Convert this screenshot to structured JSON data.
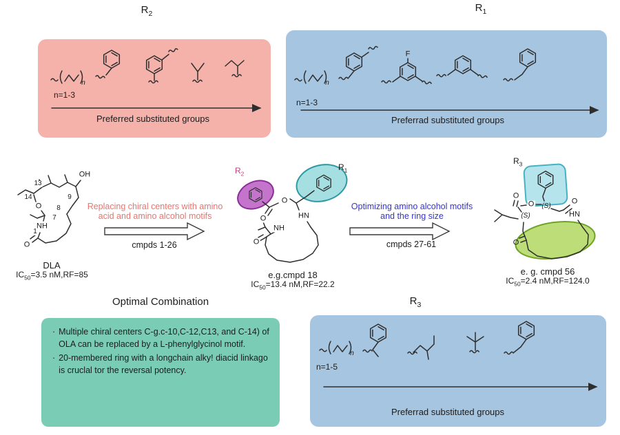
{
  "colors": {
    "panel_pink": "#f5b2ab",
    "panel_blue": "#a6c5e0",
    "panel_green": "#7bccb4",
    "step1_text": "#e8756d",
    "step2_text": "#3434cf",
    "highlight_purple": "#bb5cc3",
    "highlight_teal_ellipse": "#8fd7da",
    "highlight_teal_box": "#a9dfe9",
    "highlight_green_ellipse": "#abd455",
    "r2_label_pink": "#c0417c"
  },
  "panels": {
    "r2": {
      "title_base": "R",
      "title_sub": "2",
      "n_char": "n",
      "n_eq": "n=1-3",
      "caption": "Preferred substituted groups"
    },
    "r1": {
      "title_base": "R",
      "title_sub": "1",
      "n_char": "n",
      "n_eq": "n=1-3",
      "f_label": "F",
      "caption": "Preferrad substituted groups"
    },
    "r3": {
      "title_base": "R",
      "title_sub": "3",
      "n_char": "n",
      "n_eq": "n=1-5",
      "caption": "Preferrad substituted groups"
    },
    "optimal": {
      "title": "Optimal Combination",
      "bullet_char": "·",
      "bullets": [
        "Multiple chiral centers C-g.c-10,C-12,C13, and C-14) of OLA can be replaced by a L-phenylglycinol motif.",
        "20-membered ring with a longchain alky! diacid linkago is cruclal tor the reversal potency."
      ]
    }
  },
  "scheme": {
    "dla": {
      "name": "DLA",
      "ic_base": "IC",
      "ic_sub": "50",
      "ic_rest": "=3.5 nM,RF=85",
      "labels": {
        "c13": "13",
        "c14": "14",
        "c9": "9",
        "c8": "8",
        "c7": "7",
        "c1": "1",
        "oh": "OH",
        "nh": "NH",
        "o_ring": "O",
        "o_carbonyl": "O"
      }
    },
    "step1": {
      "line1": "Replacing chiral centers with amino",
      "line2": "acid and amino alcohol motifs",
      "cmpds": "cmpds 1-26"
    },
    "cmpd18": {
      "name": "e.g.cmpd 18",
      "ic_base": "IC",
      "ic_sub": "50",
      "ic_rest": "=13.4 nM,RF=22.2",
      "r2_base": "R",
      "r2_sub": "2",
      "r1_base": "R",
      "r1_sub": "1",
      "labels": {
        "o_carbonyl": "O",
        "o_ester": "O",
        "hn": "HN",
        "nh": "NH",
        "o_valine": "O"
      }
    },
    "step2": {
      "line1": "Optimizing amino alcohol motifs",
      "line2": "and the ring size",
      "cmpds": "cmpds 27-61"
    },
    "cmpd56": {
      "name": "e. g. cmpd 56",
      "ic_base": "IC",
      "ic_sub": "50",
      "ic_rest": "=2.4 nM,RF=124.0",
      "r3_base": "R",
      "r3_sub": "3",
      "labels": {
        "s1": "(S)",
        "s2": "(S)",
        "o_top": "O",
        "o_ester": "O",
        "o_right": "O",
        "o_bottom": "O",
        "hn": "HN"
      }
    }
  }
}
